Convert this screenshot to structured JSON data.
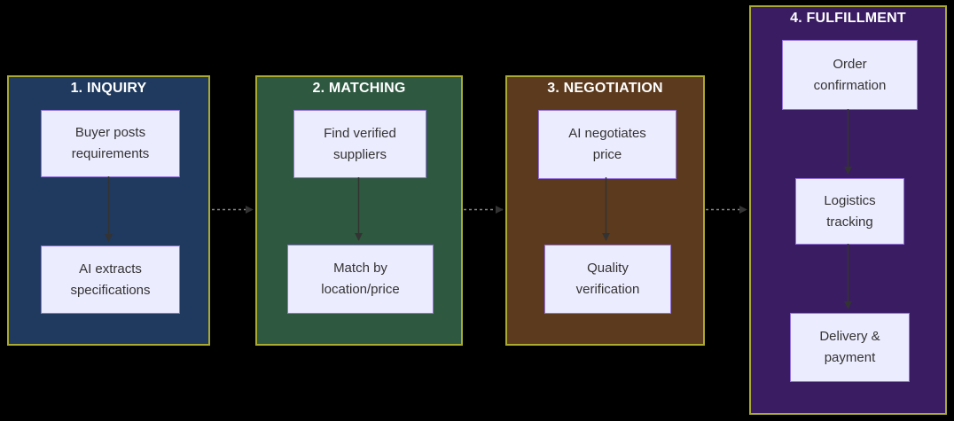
{
  "diagram": {
    "type": "flowchart",
    "stages": [
      {
        "title": "1. INQUIRY",
        "fill": "#1f3a5e",
        "nodes": [
          {
            "label": "Buyer posts\nrequirements"
          },
          {
            "label": "AI extracts\nspecifications"
          }
        ]
      },
      {
        "title": "2. MATCHING",
        "fill": "#2e5940",
        "nodes": [
          {
            "label": "Find verified\nsuppliers"
          },
          {
            "label": "Match by\nlocation/price"
          }
        ]
      },
      {
        "title": "3. NEGOTIATION",
        "fill": "#5c3a1d",
        "nodes": [
          {
            "label": "AI negotiates\nprice"
          },
          {
            "label": "Quality\nverification"
          }
        ]
      },
      {
        "title": "4. FULFILLMENT",
        "fill": "#3a1c63",
        "nodes": [
          {
            "label": "Order\nconfirmation"
          },
          {
            "label": "Logistics\ntracking"
          },
          {
            "label": "Delivery &\npayment"
          }
        ]
      }
    ],
    "connections": {
      "within_stages": [
        "Buyer posts requirements -> AI extracts specifications",
        "Find verified suppliers -> Match by location/price",
        "AI negotiates price -> Quality verification",
        "Order confirmation -> Logistics tracking",
        "Logistics tracking -> Delivery & payment"
      ],
      "between_stages": [
        "1. INQUIRY -> 2. MATCHING",
        "2. MATCHING -> 3. NEGOTIATION",
        "3. NEGOTIATION -> 4. FULFILLMENT"
      ]
    },
    "colors": {
      "background": "#000000",
      "cluster_border": "#aaaa33",
      "node_fill": "#ececff",
      "node_border": "#9370db",
      "node_text": "#333333",
      "title_text": "#ffffff",
      "solid_edge": "#333333",
      "dashed_edge": "#888888"
    }
  }
}
